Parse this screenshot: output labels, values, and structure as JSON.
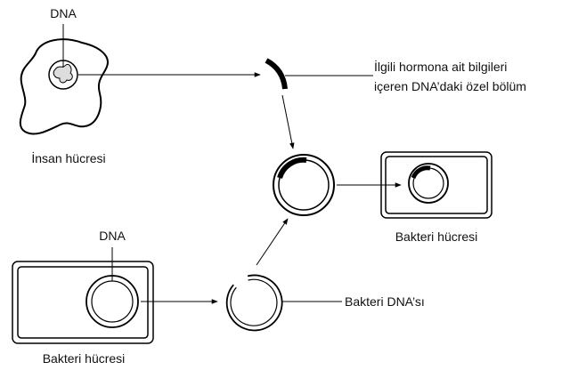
{
  "labels": {
    "human_dna": "DNA",
    "human_cell": "İnsan hücresi",
    "hormone_gene_line1": "İlgili hormona ait bilgileri",
    "hormone_gene_line2": "içeren DNA’daki özel bölüm",
    "bacteria_dna_top": "DNA",
    "bacteria_cell_left": "Bakteri hücresi",
    "bacteria_cell_right": "Bakteri hücresi",
    "bacteria_dna_label": "Bakteri DNA’sı"
  },
  "colors": {
    "ink": "#000000",
    "nucleus_fill": "#dddddd"
  }
}
